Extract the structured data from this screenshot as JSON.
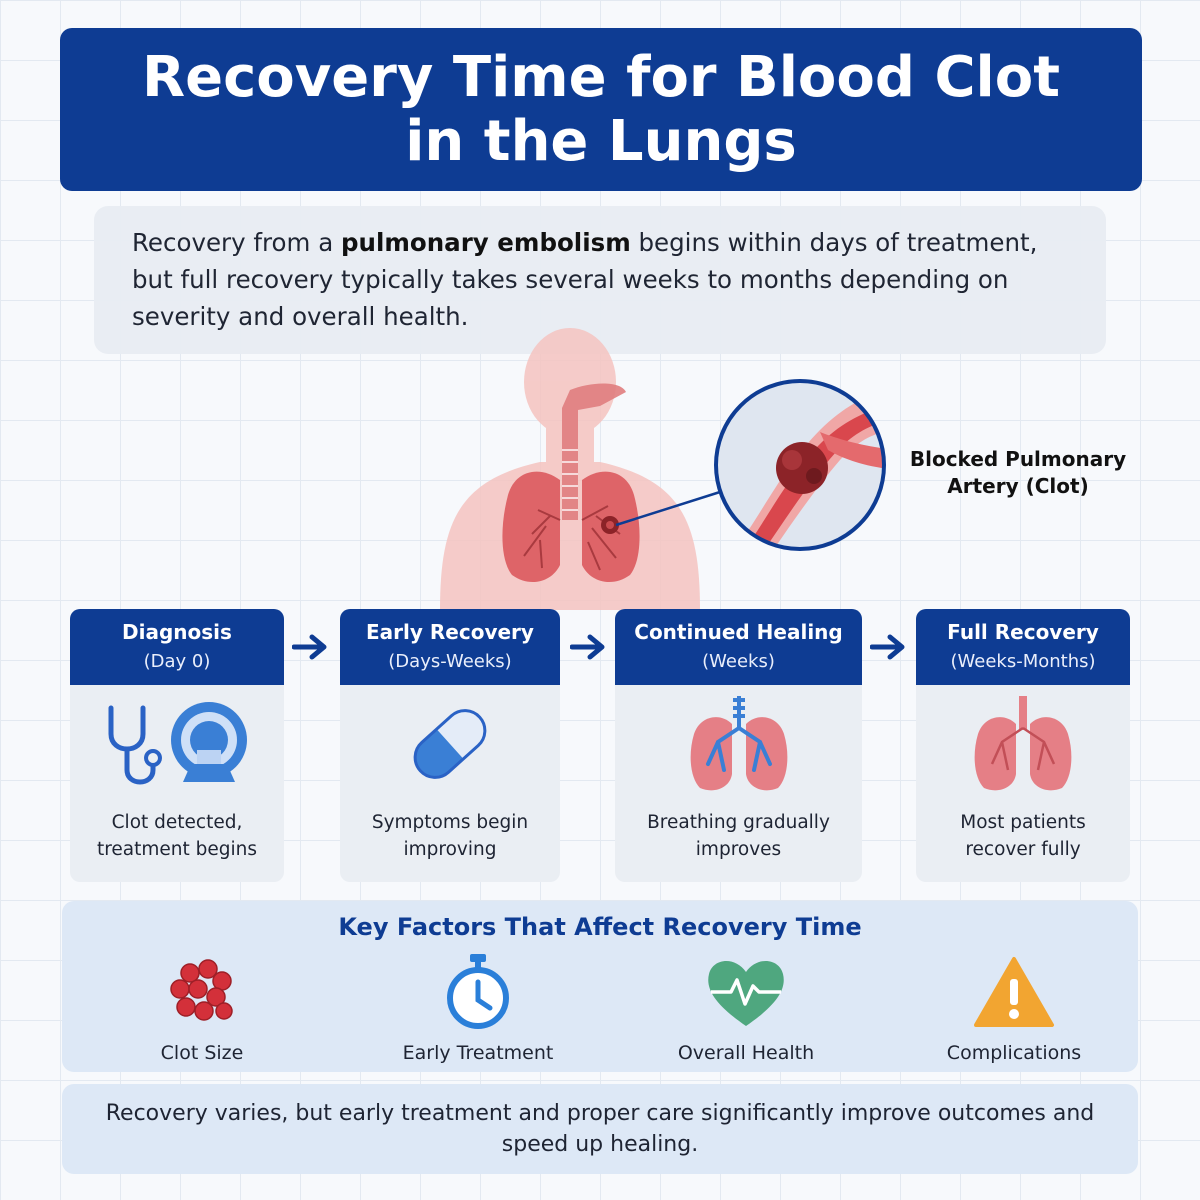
{
  "header": {
    "title": "Recovery Time for Blood Clot in the Lungs"
  },
  "intro": {
    "text_before": "Recovery from a ",
    "text_bold": "pulmonary embolism",
    "text_after": " begins within days of treatment, but full recovery typically takes several weeks to months depending on severity and overall health."
  },
  "illustration": {
    "callout_label": "Blocked Pulmonary Artery (Clot)"
  },
  "timeline": {
    "stages": [
      {
        "title": "Diagnosis",
        "period": "(Day 0)",
        "description": "Clot detected, treatment begins",
        "icon": "stethoscope-and-ct-scanner-icon"
      },
      {
        "title": "Early Recovery",
        "period": "(Days-Weeks)",
        "description": "Symptoms begin improving",
        "icon": "medication-capsule-icon"
      },
      {
        "title": "Continued Healing",
        "period": "(Weeks)",
        "description": "Breathing gradually improves",
        "icon": "lungs-with-airways-icon"
      },
      {
        "title": "Full Recovery",
        "period": "(Weeks-Months)",
        "description": "Most patients recover fully",
        "icon": "healthy-lungs-icon"
      }
    ]
  },
  "factors": {
    "title": "Key Factors That Affect Recovery Time",
    "items": [
      {
        "label": "Clot Size",
        "icon": "blood-cells-icon"
      },
      {
        "label": "Early Treatment",
        "icon": "stopwatch-icon"
      },
      {
        "label": "Overall Health",
        "icon": "heart-pulse-icon"
      },
      {
        "label": "Complications",
        "icon": "warning-triangle-icon"
      }
    ]
  },
  "footer": {
    "text": "Recovery varies, but early treatment and proper care significantly improve outcomes and speed up healing."
  },
  "colors": {
    "primary_blue": "#0e3c93",
    "panel_gray": "#eaeef3",
    "panel_blue": "#dde8f6",
    "lung_red": "#e0666b",
    "clot_dark": "#8c2328",
    "accent_blue": "#3a7fd5",
    "health_green": "#4fa77f",
    "warning_orange": "#f2a531"
  }
}
